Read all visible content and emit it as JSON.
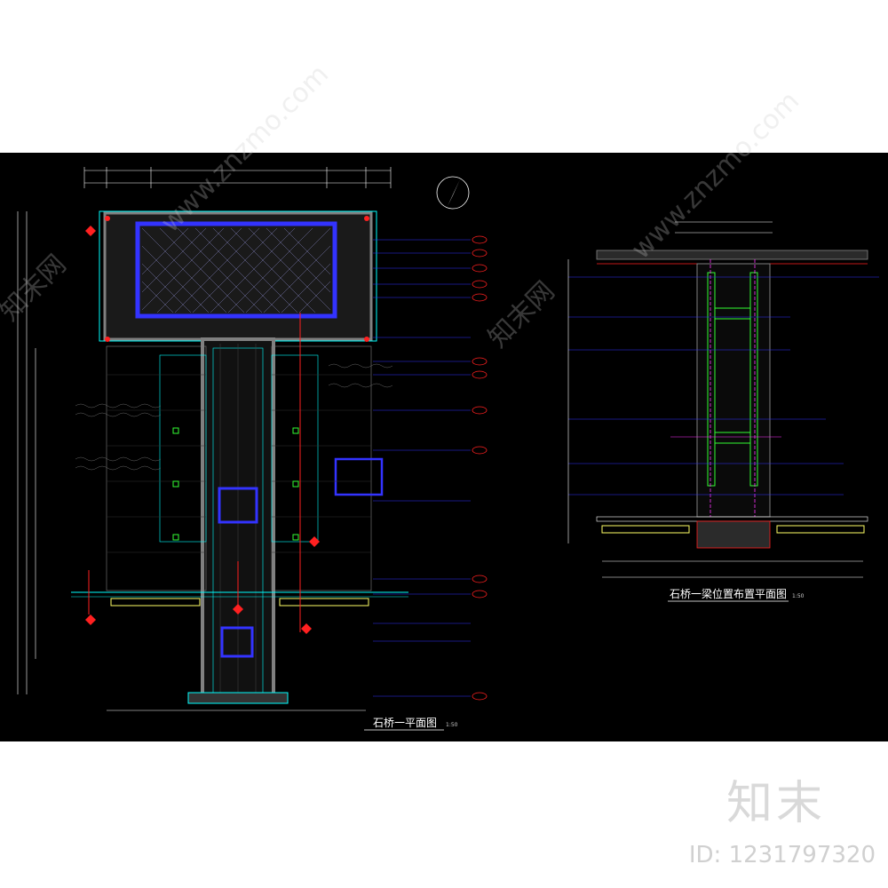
{
  "drawing": {
    "plan_title": "石桥一平面图",
    "plan_scale": "1:50",
    "beam_title": "石桥一梁位置布置平面图",
    "beam_scale": "1:50"
  },
  "watermark": {
    "logo": "知末",
    "id_text": "ID: 1231797320",
    "diag": [
      "www.znzmo.com",
      "知末网",
      "www.znzmo.com",
      "知末网"
    ]
  },
  "colors": {
    "background": "#000000",
    "cyan": "#00ffff",
    "blue": "#3333ff",
    "red": "#ff2020",
    "green": "#33ff33",
    "magenta": "#ff33ff",
    "yellow": "#ffff66",
    "grey": "#808080"
  }
}
